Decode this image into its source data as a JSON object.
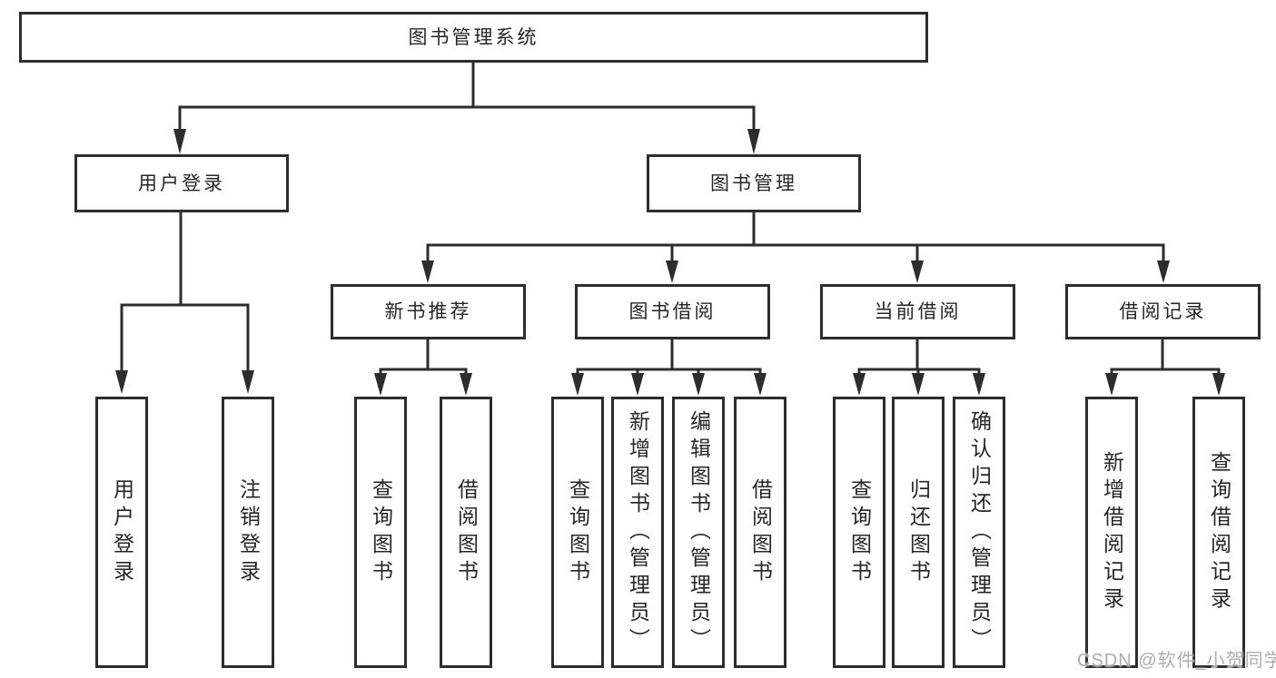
{
  "tree": {
    "label": "图书管理系统",
    "children": [
      {
        "label": "用户登录",
        "children": [
          {
            "label": "用户登录"
          },
          {
            "label": "注销登录"
          }
        ]
      },
      {
        "label": "图书管理",
        "children": [
          {
            "label": "新书推荐",
            "children": [
              {
                "label": "查询图书"
              },
              {
                "label": "借阅图书"
              }
            ]
          },
          {
            "label": "图书借阅",
            "children": [
              {
                "label": "查询图书"
              },
              {
                "label": "新增图书（管理员）"
              },
              {
                "label": "编辑图书（管理员）"
              },
              {
                "label": "借阅图书"
              }
            ]
          },
          {
            "label": "当前借阅",
            "children": [
              {
                "label": "查询图书"
              },
              {
                "label": "归还图书"
              },
              {
                "label": "确认归还（管理员）"
              }
            ]
          },
          {
            "label": "借阅记录",
            "children": [
              {
                "label": "新增借阅记录"
              },
              {
                "label": "查询借阅记录"
              }
            ]
          }
        ]
      }
    ]
  },
  "watermark": {
    "text": "CSDN @软件_小贺同学"
  },
  "colors": {
    "line": "#2d2d2d",
    "text": "#262626",
    "background": "#ffffff",
    "watermark": "#adadad"
  }
}
